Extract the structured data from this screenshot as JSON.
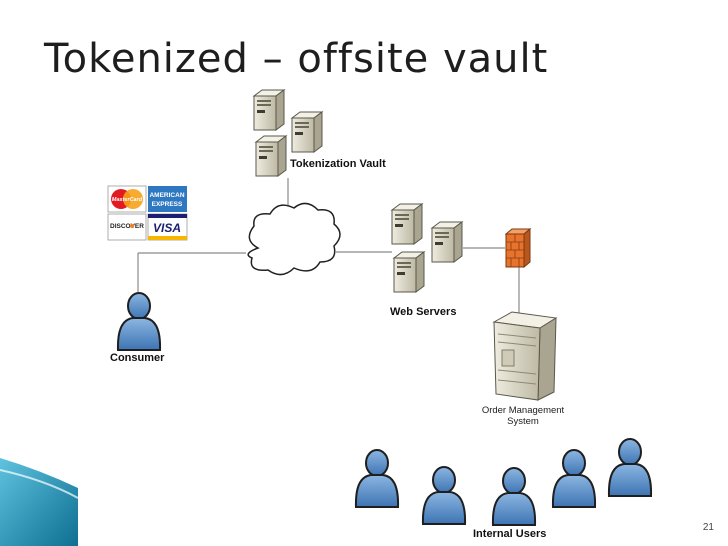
{
  "slide": {
    "title": "Tokenized – offsite vault",
    "page_number": "21"
  },
  "diagram": {
    "labels": {
      "vault": "Tokenization Vault",
      "web": "Web Servers",
      "consumer": "Consumer",
      "oms_line1": "Order Management",
      "oms_line2": "System",
      "internal": "Internal Users"
    },
    "cards": {
      "mastercard": "MasterCard",
      "amex_line1": "AMERICAN",
      "amex_line2": "EXPRESS",
      "discover": "DISCOVER",
      "visa": "VISA"
    }
  },
  "colors": {
    "server_body": "#dedbc9",
    "user_blue": "#5a8fc8",
    "firewall": "#e8732c",
    "connector": "#8a8a8a",
    "teal_accent": "#1d8fb0"
  }
}
